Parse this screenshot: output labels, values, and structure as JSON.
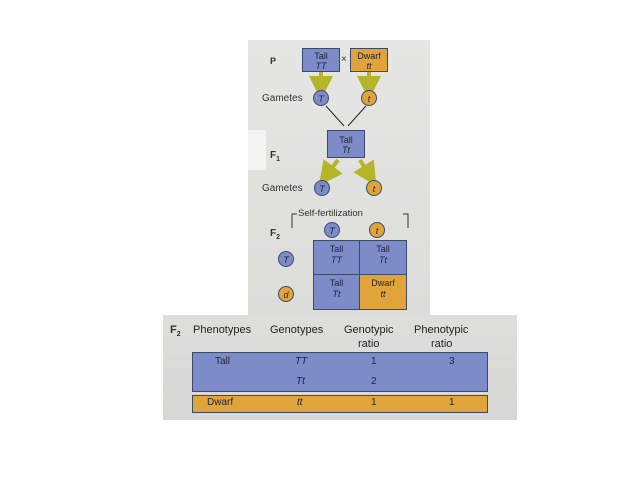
{
  "parental": {
    "label": "P",
    "tall_box": {
      "phenotype": "Tall",
      "genotype": "TT"
    },
    "cross_symbol": "×",
    "dwarf_box": {
      "phenotype": "Dwarf",
      "genotype": "tt"
    },
    "gametes_label": "Gametes",
    "gamete_1": "T",
    "gamete_2": "t"
  },
  "f1": {
    "label": "F",
    "subscript": "1",
    "box": {
      "phenotype": "Tall",
      "genotype": "Tt"
    },
    "gametes_label": "Gametes",
    "gamete_1": "T",
    "gamete_2": "t"
  },
  "f2_square": {
    "label": "F",
    "subscript": "2",
    "self_fertilization": "Self-fertilization",
    "top_gamete_1": "T",
    "top_gamete_2": "t",
    "left_gamete_1": "T",
    "left_gamete_2": "d",
    "cells": [
      {
        "phenotype": "Tall",
        "genotype": "TT",
        "color": "#7d8bc8"
      },
      {
        "phenotype": "Tall",
        "genotype": "Tt",
        "color": "#7d8bc8"
      },
      {
        "phenotype": "Tall",
        "genotype": "Tt",
        "color": "#7d8bc8"
      },
      {
        "phenotype": "Dwarf",
        "genotype": "tt",
        "color": "#e0a43a"
      }
    ]
  },
  "f2_table": {
    "label": "F",
    "subscript": "2",
    "headers": [
      "Phenotypes",
      "Genotypes",
      "Genotypic",
      "ratio",
      "Phenotypic",
      "ratio"
    ],
    "rows": [
      {
        "phenotype": "Tall",
        "genotype": "TT",
        "genotypic_ratio": "1",
        "phenotypic_ratio": "3"
      },
      {
        "phenotype": "",
        "genotype": "Tt",
        "genotypic_ratio": "2",
        "phenotypic_ratio": ""
      },
      {
        "phenotype": "Dwarf",
        "genotype": "tt",
        "genotypic_ratio": "1",
        "phenotypic_ratio": "1"
      }
    ]
  },
  "colors": {
    "tall": "#7d8bc8",
    "dwarf": "#e0a43a",
    "arrow": "#b5b52a",
    "paper": "#e4e4e1"
  }
}
